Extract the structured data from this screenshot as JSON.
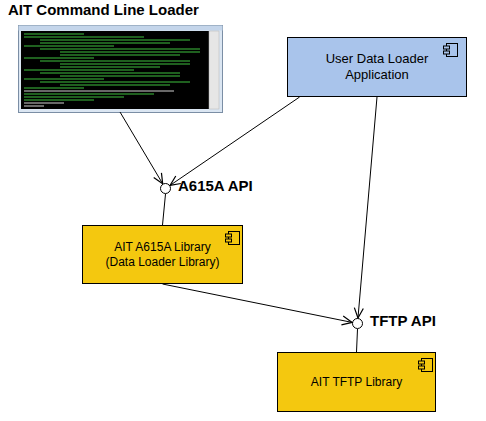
{
  "diagram": {
    "nodes": [
      {
        "text": [
          "AIT Command Line Loader"
        ]
      },
      {
        "text": [
          "User Data Loader Application"
        ]
      },
      {
        "text": [
          "A615A API"
        ]
      },
      {
        "text": [
          "AIT A615A Library (Data Loader Library)"
        ]
      },
      {
        "text": [
          "TFTP API"
        ]
      },
      {
        "text": [
          "AIT TFTP Library"
        ]
      }
    ],
    "edges": [
      {
        "from": 0,
        "to": 2,
        "arrow": "to"
      },
      {
        "from": 1,
        "to": 2,
        "arrow": "to"
      },
      {
        "from": 1,
        "to": 4,
        "arrow": "to"
      },
      {
        "from": 3,
        "to": 4,
        "arrow": "to"
      },
      {
        "from": 2,
        "to": 3,
        "arrow": "none"
      },
      {
        "from": 4,
        "to": 5,
        "arrow": "none"
      }
    ]
  }
}
